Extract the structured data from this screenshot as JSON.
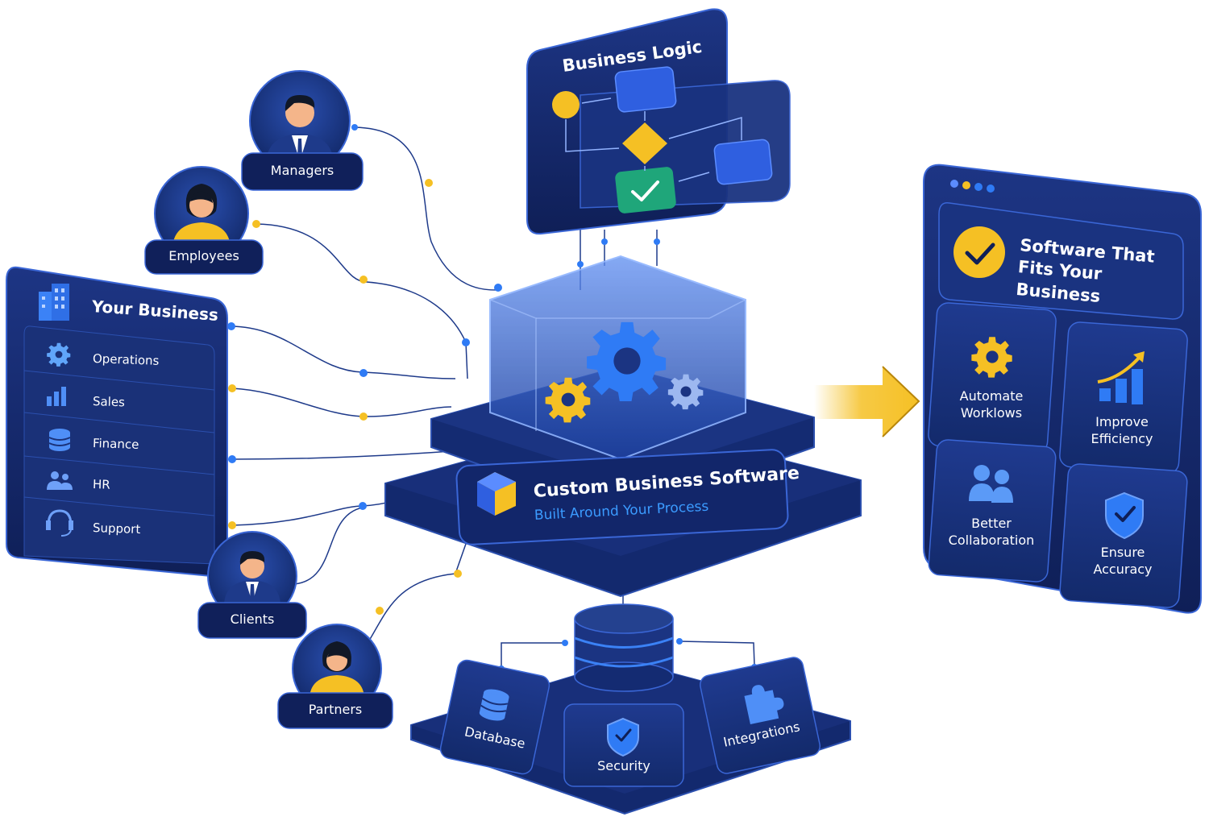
{
  "stakeholders": {
    "managers": "Managers",
    "employees": "Employees",
    "clients": "Clients",
    "partners": "Partners"
  },
  "your_business": {
    "title": "Your Business",
    "items": [
      {
        "label": "Operations",
        "icon": "gear-icon"
      },
      {
        "label": "Sales",
        "icon": "bar-chart-icon"
      },
      {
        "label": "Finance",
        "icon": "database-icon"
      },
      {
        "label": "HR",
        "icon": "people-icon"
      },
      {
        "label": "Support",
        "icon": "headset-icon"
      }
    ]
  },
  "business_logic": {
    "title": "Business Logic"
  },
  "core": {
    "title": "Custom Business Software",
    "subtitle": "Built Around Your Process"
  },
  "result": {
    "title": "Software That Fits Your Business",
    "benefits": [
      {
        "label": "Automate Worklows",
        "icon": "gear-icon"
      },
      {
        "label": "Improve Efficiency",
        "icon": "growth-chart-icon"
      },
      {
        "label": "Better Collaboration",
        "icon": "people-icon"
      },
      {
        "label": "Ensure Accuracy",
        "icon": "shield-check-icon"
      }
    ]
  },
  "foundation": {
    "database": "Database",
    "security": "Security",
    "integrations": "Integrations"
  },
  "colors": {
    "navy": "#0f1f57",
    "panel": "#162a6e",
    "blue": "#2f7bf5",
    "accent_yellow": "#f5c024",
    "green": "#1fa67a"
  }
}
